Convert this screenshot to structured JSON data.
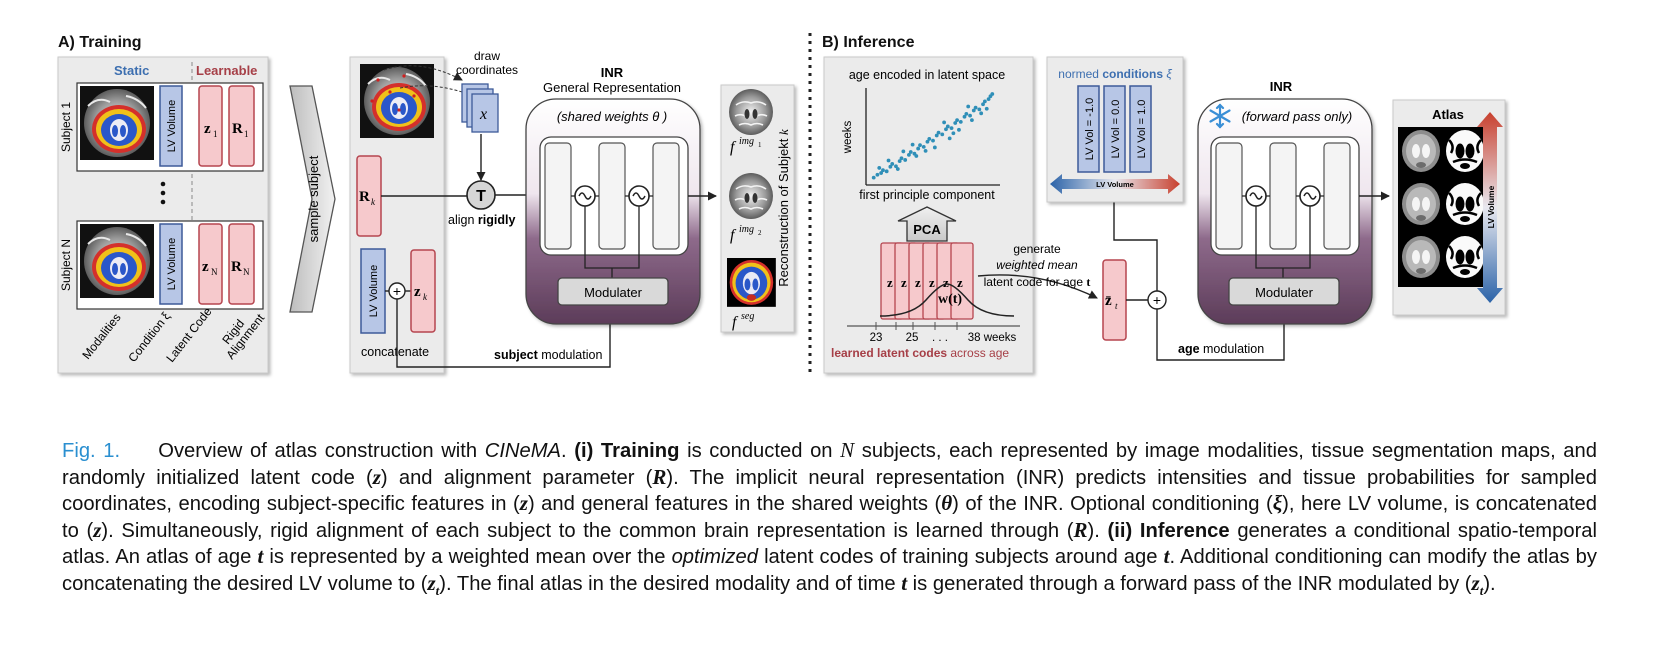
{
  "training": {
    "section_title": "A) Training",
    "static_label": "Static",
    "learnable_label": "Learnable",
    "subject_1": "Subject 1",
    "subject_n": "Subject N",
    "lv_volume": "LV Volume",
    "z1": "z",
    "z1_sub": "1",
    "r1": "R",
    "r1_sub": "1",
    "zn": "z",
    "zn_sub": "N",
    "rn": "R",
    "rn_sub": "N",
    "col_modalities": "Modalities",
    "col_condition": "Condition ξ",
    "col_latent": "Latent Code",
    "col_rigid_1": "Rigid",
    "col_rigid_2": "Alignment",
    "sample_subject": "sample subject",
    "draw_coordinates_1": "draw",
    "draw_coordinates_2": "coordinates",
    "x_symbol": "x",
    "rk": "R",
    "rk_sub": "k",
    "transform_symbol": "T",
    "align_prefix": "align ",
    "align_bold": "rigidly",
    "zk": "z",
    "zk_sub": "k",
    "concatenate": "concatenate",
    "inr_title": "INR",
    "inr_subtitle": "General Representation",
    "shared_weights": "(shared weights θ )",
    "modulater": "Modulater",
    "subject_bold": "subject",
    "subject_modulation": " modulation",
    "f_img1": "f",
    "f_img1_sup": "img",
    "f_img1_sub": "1",
    "f_img2": "f",
    "f_img2_sup": "img",
    "f_img2_sub": "2",
    "f_seg": "f",
    "f_seg_sup": "seg",
    "reconstruction": "Reconstruction of Subjekt ",
    "reconstruction_k": "k"
  },
  "inference": {
    "section_title": "B) Inference",
    "scatter_title": "age encoded in latent space",
    "scatter_ylabel": "weeks",
    "scatter_xlabel": "first principle component",
    "pca": "PCA",
    "latent_z": "z",
    "w_t": "w(t)",
    "tick_23": "23",
    "tick_25": "25",
    "tick_dots": ". . .",
    "tick_38": "38 weeks",
    "learned_bold": "learned latent codes",
    "learned_rest": " across age",
    "generate_1": "generate",
    "generate_2": "weighted mean",
    "generate_3": "latent code for age ",
    "generate_t": "t",
    "zt": "z̄",
    "zt_sub": "t",
    "normed_prefix": "normed ",
    "normed_bold": "conditions",
    "normed_xi": " ξ",
    "cond_1": "LV Vol = -1.0",
    "cond_2": "LV Vol = 0.0",
    "cond_3": "LV Vol = 1.0",
    "lv_volume_bar": "LV Volume",
    "inr_title": "INR",
    "forward_pass": "(forward pass only)",
    "modulater": "Modulater",
    "age_bold": "age",
    "age_modulation": " modulation",
    "atlas_title": "Atlas",
    "atlas_lv_volume": "LV Volume"
  },
  "caption": {
    "fig_label": "Fig. 1.",
    "s1": "Overview of atlas construction with ",
    "cinema": "CINeMA",
    "s2": ". ",
    "training_bold": "(i) Training",
    "s3": " is conducted on ",
    "N": "N",
    "s4": " subjects, each represented by image modalities, tissue segmentation maps, and randomly initialized latent code (",
    "z_a": "z",
    "s5": ") and alignment parameter (",
    "R_a": "R",
    "s6": "). The implicit neural representation (INR) predicts intensities and tissue probabilities for sampled coordinates, encoding subject-specific features in (",
    "z_b": "z",
    "s7": ") and general features in the shared weights (",
    "theta": "θ",
    "s8": ") of the INR. Optional conditioning (",
    "xi": "ξ",
    "s9": "), here LV volume, is concatenated to (",
    "z_c": "z",
    "s10": "). Simultaneously, rigid alignment of each subject to the common brain representation is learned through (",
    "R_b": "R",
    "s11": "). ",
    "inference_bold": "(ii) Inference",
    "s12": " generates a conditional spatio-temporal atlas. An atlas of age ",
    "t_a": "t",
    "s13": " is represented by a weighted mean over the ",
    "optimized": "optimized",
    "s14": " latent codes of training subjects around age ",
    "t_b": "t",
    "s15": ". Additional conditioning can modify the atlas by concatenating the desired LV volume to (",
    "zt_a": "z",
    "zt_a_sub": "t",
    "s16": "). The final atlas in the desired modality and of time ",
    "t_c": "t",
    "s17": " is generated through a forward pass of the INR modulated by (",
    "zt_b": "z",
    "zt_b_sub": "t",
    "s18": ")."
  },
  "scatter_points": [
    {
      "x": -3.2,
      "y": 23.1
    },
    {
      "x": -3.0,
      "y": 23.6
    },
    {
      "x": -2.8,
      "y": 23.9
    },
    {
      "x": -2.7,
      "y": 24.4
    },
    {
      "x": -2.5,
      "y": 24.2
    },
    {
      "x": -2.3,
      "y": 25.0
    },
    {
      "x": -2.2,
      "y": 25.5
    },
    {
      "x": -2.0,
      "y": 25.1
    },
    {
      "x": -1.8,
      "y": 26.0
    },
    {
      "x": -1.7,
      "y": 26.5
    },
    {
      "x": -1.5,
      "y": 26.2
    },
    {
      "x": -1.3,
      "y": 27.1
    },
    {
      "x": -1.2,
      "y": 27.6
    },
    {
      "x": -1.0,
      "y": 27.3
    },
    {
      "x": -0.8,
      "y": 28.2
    },
    {
      "x": -0.7,
      "y": 28.8
    },
    {
      "x": -0.5,
      "y": 28.5
    },
    {
      "x": -0.3,
      "y": 29.4
    },
    {
      "x": -0.2,
      "y": 29.9
    },
    {
      "x": 0.0,
      "y": 29.6
    },
    {
      "x": 0.2,
      "y": 30.5
    },
    {
      "x": 0.3,
      "y": 31.0
    },
    {
      "x": 0.5,
      "y": 30.7
    },
    {
      "x": 0.7,
      "y": 31.6
    },
    {
      "x": 0.8,
      "y": 32.1
    },
    {
      "x": 1.0,
      "y": 31.8
    },
    {
      "x": 1.2,
      "y": 32.7
    },
    {
      "x": 1.3,
      "y": 33.2
    },
    {
      "x": 1.5,
      "y": 32.9
    },
    {
      "x": 1.7,
      "y": 33.8
    },
    {
      "x": 1.8,
      "y": 34.3
    },
    {
      "x": 2.0,
      "y": 34.0
    },
    {
      "x": 2.2,
      "y": 34.9
    },
    {
      "x": 2.3,
      "y": 35.4
    },
    {
      "x": 2.5,
      "y": 35.1
    },
    {
      "x": 2.7,
      "y": 36.0
    },
    {
      "x": 2.8,
      "y": 36.5
    },
    {
      "x": 3.0,
      "y": 36.9
    },
    {
      "x": 3.1,
      "y": 37.4
    },
    {
      "x": 3.2,
      "y": 37.8
    },
    {
      "x": -2.9,
      "y": 24.8
    },
    {
      "x": -1.9,
      "y": 24.6
    },
    {
      "x": -0.9,
      "y": 26.9
    },
    {
      "x": 0.1,
      "y": 28.4
    },
    {
      "x": 1.1,
      "y": 30.9
    },
    {
      "x": 2.1,
      "y": 33.2
    },
    {
      "x": 2.9,
      "y": 35.2
    },
    {
      "x": -2.4,
      "y": 26.1
    },
    {
      "x": -1.1,
      "y": 28.9
    },
    {
      "x": 0.6,
      "y": 32.8
    },
    {
      "x": 1.9,
      "y": 35.6
    },
    {
      "x": -0.4,
      "y": 27.8
    },
    {
      "x": 1.4,
      "y": 31.5
    },
    {
      "x": 2.6,
      "y": 34.4
    },
    {
      "x": -1.6,
      "y": 27.7
    },
    {
      "x": 0.9,
      "y": 30.0
    }
  ],
  "colors": {
    "blue_box": "#b7c6e6",
    "blue_border": "#3d5a99",
    "pink_box": "#f6c9cc",
    "pink_border": "#b5454f",
    "panel_grey": "#ebebeb",
    "static_blue": "#3d6fb0",
    "learnable_red": "#a63f47",
    "scatter": "#2f8fb8",
    "inr_purple": "#6f4a6a",
    "caption_blue": "#2a8fd0"
  }
}
